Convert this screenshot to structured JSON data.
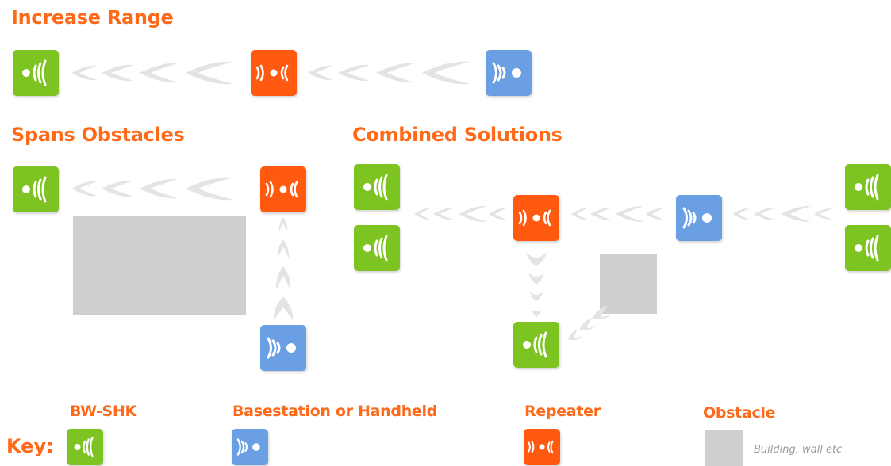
{
  "headings": {
    "increase_range": "Increase Range",
    "spans_obstacles": "Spans Obstacles",
    "combined_solutions": "Combined Solutions"
  },
  "key": {
    "title": "Key:",
    "items": [
      {
        "label": "BW-SHK",
        "icon": "transmitter-icon",
        "color": "#7dc322"
      },
      {
        "label": "Basestation or Handheld",
        "icon": "receiver-icon",
        "color": "#6a9fe3"
      },
      {
        "label": "Repeater",
        "icon": "repeater-icon",
        "color": "#ff5a10"
      },
      {
        "label": "Obstacle",
        "note": "Building, wall etc",
        "color": "#cfcfcf"
      }
    ]
  },
  "colors": {
    "accent": "#ff6a1a",
    "bw_shk": "#7dc322",
    "repeater": "#ff5a10",
    "basestation": "#6a9fe3",
    "obstacle": "#cfcfcf",
    "signal_chevron": "#e4e4e4"
  }
}
